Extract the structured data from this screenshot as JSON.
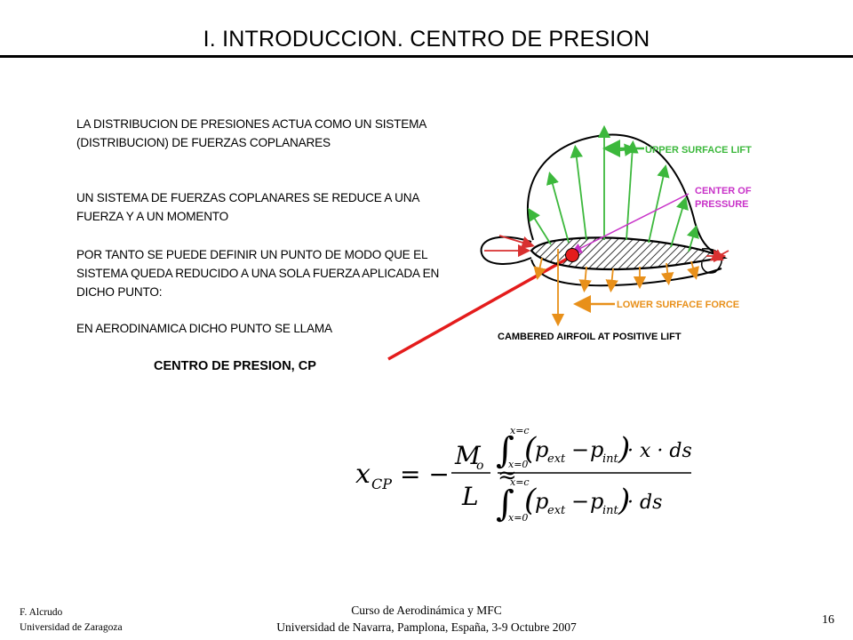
{
  "header": {
    "title": "I. INTRODUCCION. CENTRO DE PRESION"
  },
  "body": {
    "paragraph_1": "LA DISTRIBUCION DE PRESIONES ACTUA COMO UN SISTEMA (DISTRIBUCION) DE FUERZAS COPLANARES",
    "paragraph_2": "UN SISTEMA DE FUERZAS COPLANARES SE REDUCE A UNA FUERZA  Y A UN MOMENTO",
    "paragraph_3": "POR TANTO SE PUEDE DEFINIR UN PUNTO DE MODO QUE EL SISTEMA QUEDA REDUCIDO A UNA SOLA FUERZA APLICADA EN DICHO PUNTO:",
    "paragraph_4": "EN AERODINAMICA DICHO PUNTO SE LLAMA",
    "cp_label": "CENTRO DE PRESION, CP"
  },
  "figure": {
    "upper_label": "UPPER SURFACE LIFT",
    "cop_label_1": "CENTER OF",
    "cop_label_2": "PRESSURE",
    "lower_label": "LOWER SURFACE FORCE",
    "caption": "CAMBERED AIRFOIL AT POSITIVE LIFT",
    "colors": {
      "upper": "#3cb83c",
      "lower": "#e8901a",
      "front": "#d83030",
      "cop": "#c832c8",
      "marker": "#e41c1c"
    }
  },
  "formula": {
    "lhs_var": "x",
    "lhs_sub": "CP",
    "eq": "= −",
    "num_M": "M",
    "num_M_sub": "o",
    "den_L": "L",
    "approx": "≈",
    "int_upper": "x=c",
    "int_lower": "x=0",
    "p_ext": "p",
    "p_ext_sub": "ext",
    "minus": "−",
    "p_int": "p",
    "p_int_sub": "int",
    "num_tail": "· x · ds",
    "den_tail": "· ds"
  },
  "footer": {
    "author": "F. Alcrudo",
    "affiliation": "Universidad de Zaragoza",
    "course": "Curso de Aerodinámica y MFC",
    "venue": "Universidad de Navarra, Pamplona, España, 3-9 Octubre 2007",
    "page": "16"
  }
}
